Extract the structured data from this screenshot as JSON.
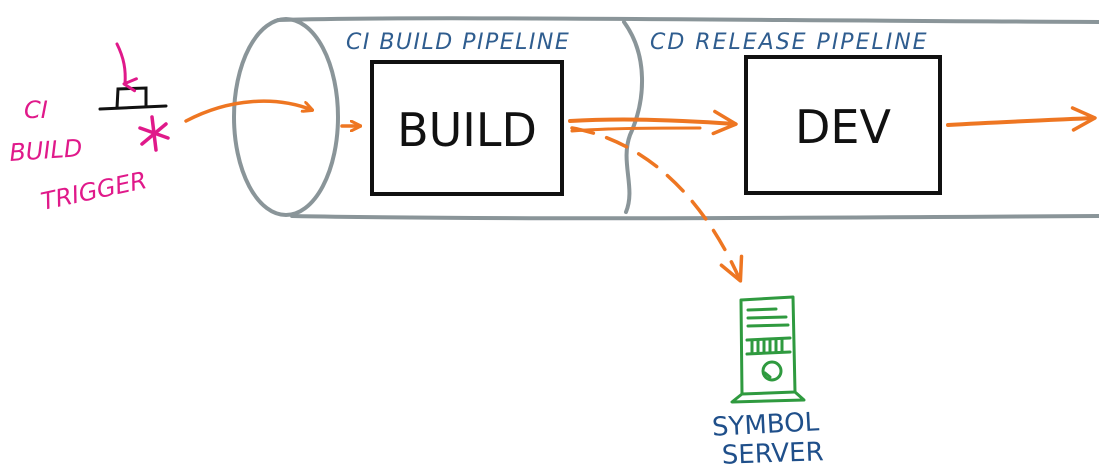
{
  "colors": {
    "pipe": "#8a9599",
    "pipeline_label": "#2f5d8f",
    "trigger": "#e0198a",
    "arrow": "#ee7622",
    "box": "#111111",
    "server": "#2f9a3f",
    "server_label": "#1f4f8a"
  },
  "trigger": {
    "line1": "CI",
    "line2": "BUILD",
    "line3": "TRIGGER",
    "icon": "push-button-icon",
    "burst_icon": "asterisk-icon"
  },
  "pipelines": {
    "ci_label": "CI BUILD PIPELINE",
    "cd_label": "CD RELEASE PIPELINE"
  },
  "stages": {
    "build": "BUILD",
    "dev": "DEV"
  },
  "symbol_server": {
    "icon": "server-tower-icon",
    "line1": "SYMBOL",
    "line2": "SERVER"
  }
}
